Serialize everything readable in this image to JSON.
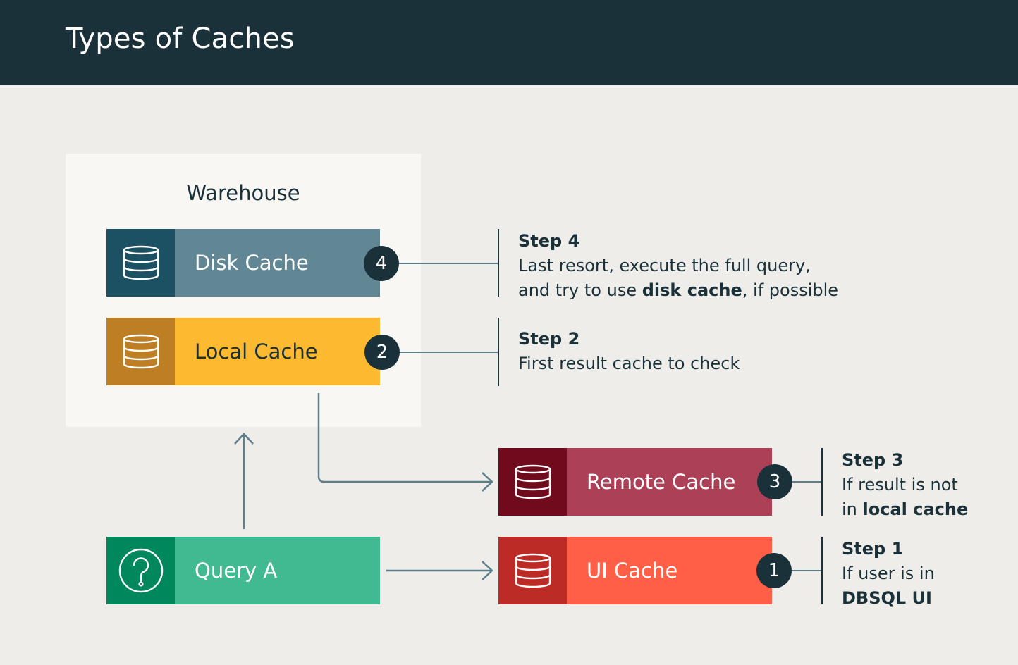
{
  "title": "Types of Caches",
  "warehouse": {
    "label": "Warehouse"
  },
  "caches": {
    "disk": {
      "label": "Disk Cache",
      "number": "4",
      "icon": "database-icon"
    },
    "local": {
      "label": "Local Cache",
      "number": "2",
      "icon": "database-icon"
    },
    "remote": {
      "label": "Remote Cache",
      "number": "3",
      "icon": "database-icon"
    },
    "ui": {
      "label": "UI Cache",
      "number": "1",
      "icon": "database-icon"
    }
  },
  "query": {
    "label": "Query A",
    "icon": "question-icon"
  },
  "steps": {
    "step4": {
      "title": "Step 4",
      "line1": "Last resort, execute the full query,",
      "line2_prefix": "and try to use ",
      "line2_bold": "disk cache",
      "line2_suffix": ", if possible"
    },
    "step2": {
      "title": "Step 2",
      "line1": "First result cache to check"
    },
    "step3": {
      "title": "Step 3",
      "line1": "If result is not",
      "line2_prefix": "in ",
      "line2_bold": "local cache"
    },
    "step1": {
      "title": "Step 1",
      "line1": "If user is in",
      "line2_bold": "DBSQL UI"
    }
  },
  "colors": {
    "header": "#1b3139",
    "disk_dark": "#1b5162",
    "disk_light": "#618794",
    "local_dark": "#be7e24",
    "local_light": "#fdba30",
    "remote_dark": "#6f0b1d",
    "remote_light": "#ab4056",
    "ui_dark": "#bd2b26",
    "ui_light": "#ff5f46",
    "query_dark": "#00875c",
    "query_light": "#42ba91",
    "arrow": "#5d7e8b"
  }
}
